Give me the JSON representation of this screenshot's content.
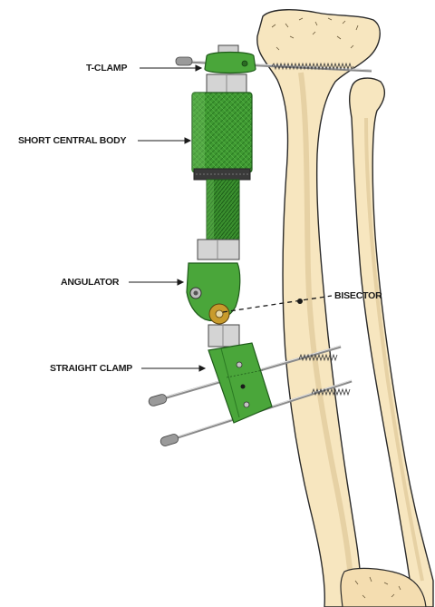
{
  "labels": {
    "t_clamp": "T-CLAMP",
    "short_central_body": "SHORT CENTRAL BODY",
    "angulator": "ANGULATOR",
    "bisector": "BISECTOR",
    "straight_clamp": "STRAIGHT CLAMP"
  },
  "colors": {
    "bone_fill": "#f7e6bf",
    "bone_outline": "#2a2a2a",
    "device_green": "#4aa63a",
    "device_green_dark": "#1f6b1f",
    "metal": "#d4d4d4",
    "pin_tip": "#8e8e8e"
  }
}
